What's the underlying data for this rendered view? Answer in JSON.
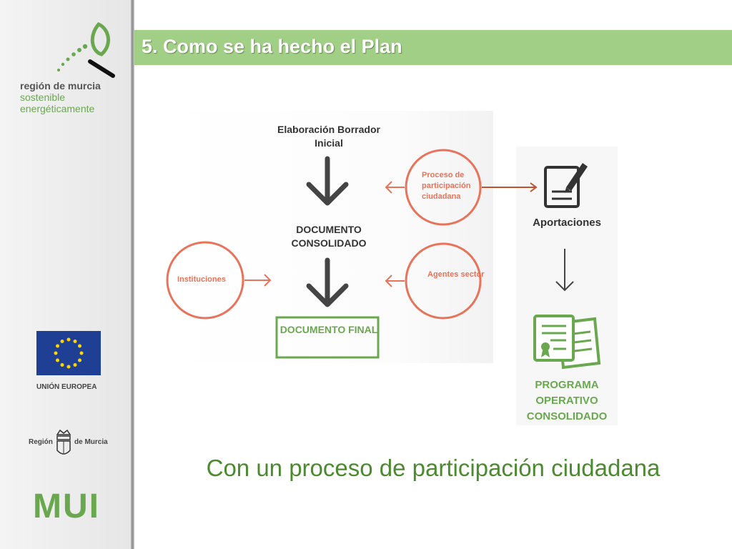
{
  "brand": {
    "line1": "región de murcia",
    "line2": "sostenible",
    "line3": "energéticamente"
  },
  "sidebar": {
    "eu_label": "UNIÓN EUROPEA",
    "region_left": "Región",
    "region_right": "de Murcia",
    "mui": "MUI"
  },
  "header": {
    "title": "5.  Como se ha hecho el Plan"
  },
  "diagram": {
    "elaboracion": "Elaboración Borrador Inicial",
    "doc_consolidado": "DOCUMENTO CONSOLIDADO",
    "doc_final": "DOCUMENTO FINAL",
    "proceso": "Proceso de participación ciudadana",
    "instituciones": "Instituciones",
    "agentes": "Agentes sector",
    "aportaciones": "Aportaciones",
    "programa": "PROGRAMA OPERATIVO CONSOLIDADO"
  },
  "subtitle": "Con un proceso de participación ciudadana",
  "colors": {
    "accent_green": "#6aa84f",
    "header_green": "#a1cf85",
    "circle_orange": "#e8735a",
    "arrow_dark": "#444444"
  }
}
